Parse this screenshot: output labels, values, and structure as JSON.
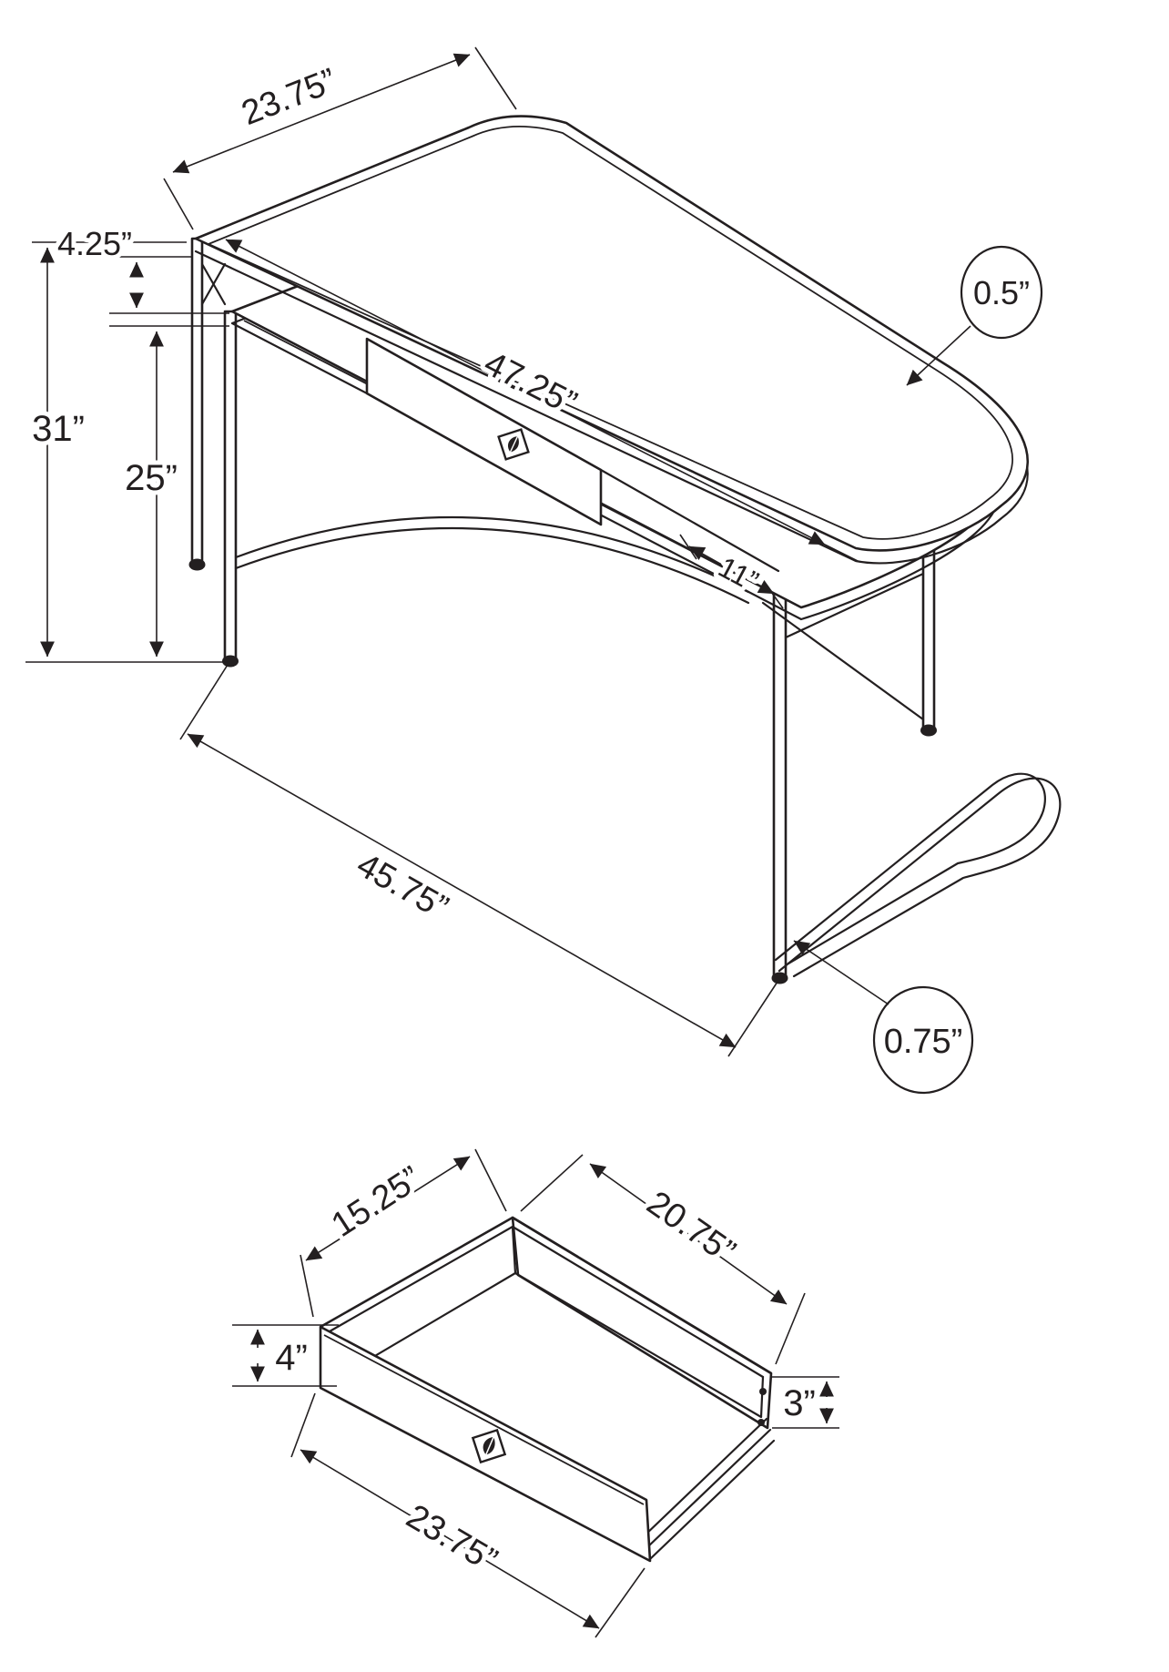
{
  "page": {
    "background_color": "#ffffff",
    "line_color": "#231f20",
    "description_units": "inches"
  },
  "desk_view": {
    "top_depth": "23.75”",
    "shelf_gap": "4.25”",
    "total_height": "31”",
    "clearance_height": "25”",
    "top_length": "47.25”",
    "top_thickness": "0.5”",
    "drawer_opening": "11”",
    "base_length": "45.75”",
    "tube_diameter": "0.75”"
  },
  "drawer_view": {
    "inner_depth": "15.25”",
    "inner_width": "20.75”",
    "front_height": "4”",
    "side_height": "3”",
    "front_width": "23.75”"
  }
}
